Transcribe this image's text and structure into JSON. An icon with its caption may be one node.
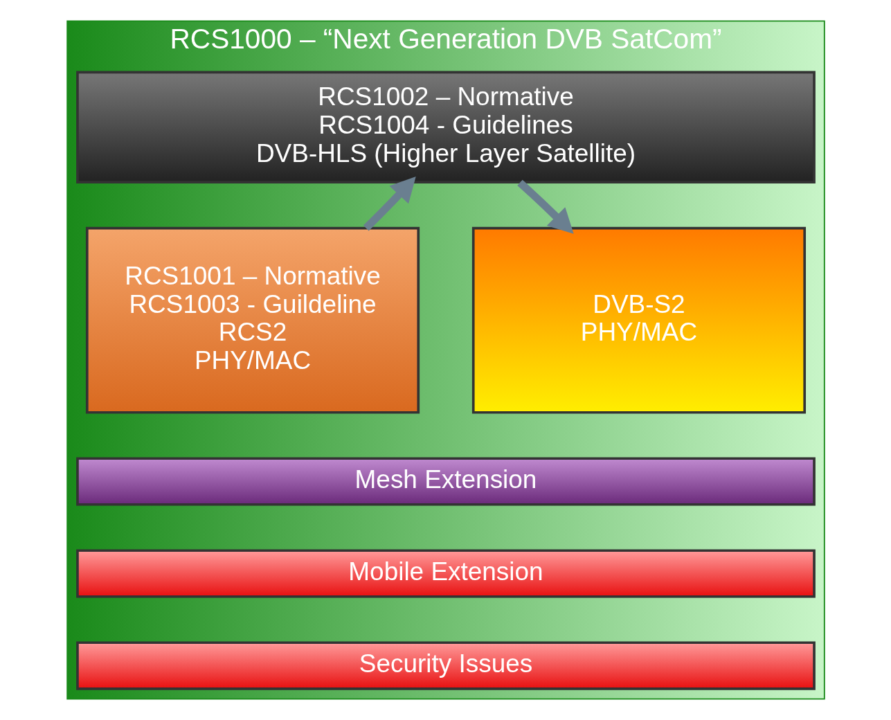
{
  "diagram": {
    "nodes": [
      {
        "text": [
          "RCS1000 – “Next Generation DVB SatCom”"
        ]
      },
      {
        "text": [
          "RCS1002 – Normative",
          "RCS1004 - Guidelines",
          "DVB-HLS (Higher Layer Satellite)"
        ],
        "in": 0
      },
      {
        "text": [
          "RCS1001 – Normative",
          "RCS1003 - Guildeline",
          "RCS2",
          "PHY/MAC"
        ],
        "in": 0
      },
      {
        "text": [
          "DVB-S2",
          "PHY/MAC"
        ],
        "in": 0
      },
      {
        "text": [
          "Mesh Extension"
        ],
        "in": 0
      },
      {
        "text": [
          "Mobile Extension"
        ],
        "in": 0
      },
      {
        "text": [
          "Security Issues"
        ],
        "in": 0
      }
    ],
    "edges": [
      {
        "from": 2,
        "to": 1,
        "arrow": "to"
      },
      {
        "from": 1,
        "to": 3,
        "arrow": "to"
      }
    ]
  }
}
